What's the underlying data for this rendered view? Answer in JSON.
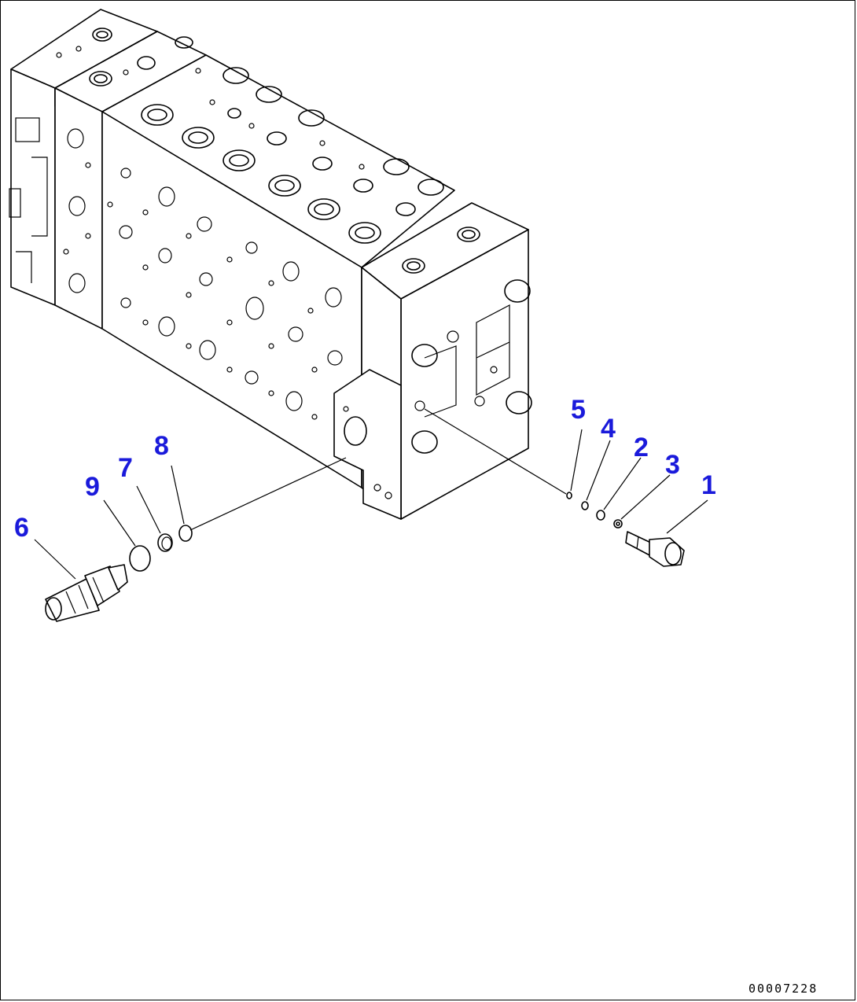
{
  "callouts": [
    {
      "number": "1",
      "part": "valve"
    },
    {
      "number": "2",
      "part": "ring"
    },
    {
      "number": "3",
      "part": "ring"
    },
    {
      "number": "4",
      "part": "ring"
    },
    {
      "number": "5",
      "part": "ring"
    },
    {
      "number": "6",
      "part": "valve"
    },
    {
      "number": "7",
      "part": "ring"
    },
    {
      "number": "8",
      "part": "o-ring"
    },
    {
      "number": "9",
      "part": "o-ring"
    }
  ],
  "document_number": "00007228",
  "colors": {
    "callout": "#1a1adb",
    "line": "#000000",
    "background": "#ffffff"
  }
}
